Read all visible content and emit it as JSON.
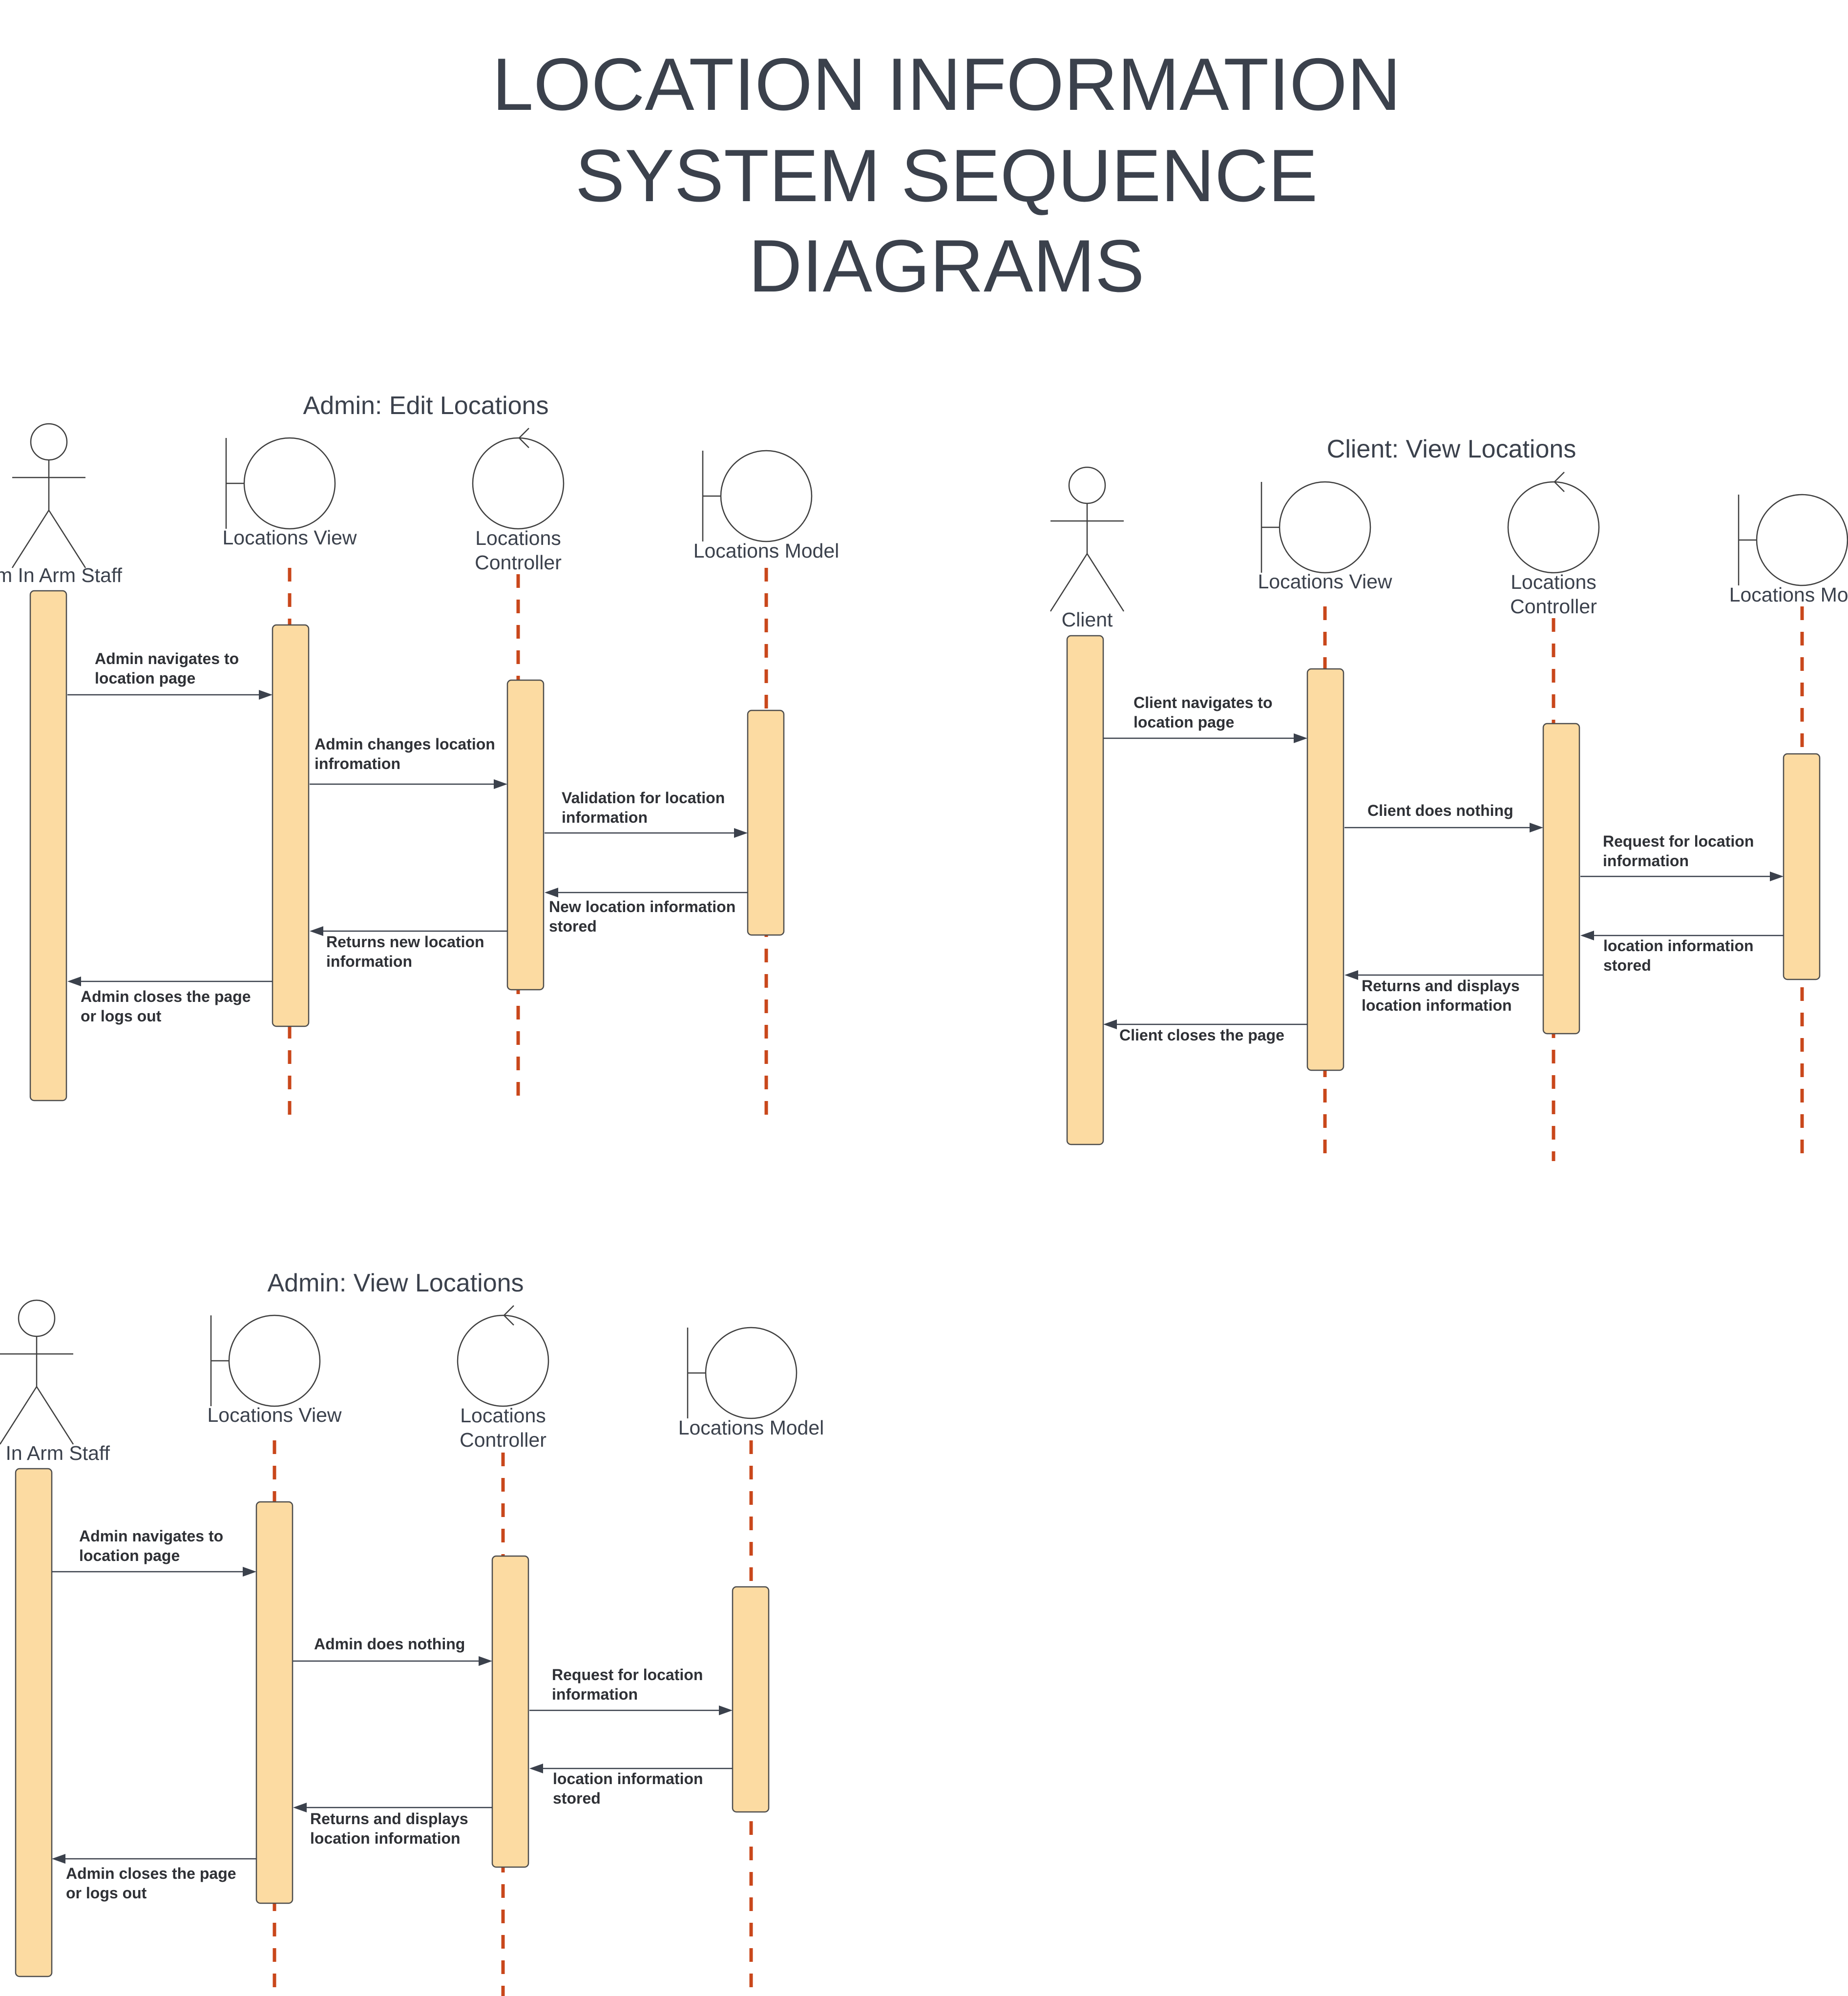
{
  "title_lines": [
    "LOCATION INFORMATION",
    "SYSTEM SEQUENCE",
    "DIAGRAMS"
  ],
  "colors": {
    "lifeline": "#c9471b",
    "activation_fill": "#fcdba2",
    "text": "#3b414c"
  },
  "diagrams": [
    {
      "title": "Admin: Edit Locations",
      "participants": [
        {
          "kind": "actor",
          "label_lines": [
            "Arm In Arm Staff"
          ]
        },
        {
          "kind": "boundary",
          "label_lines": [
            "Locations View"
          ]
        },
        {
          "kind": "control",
          "label_lines": [
            "Locations",
            "Controller"
          ]
        },
        {
          "kind": "boundary",
          "label_lines": [
            "Locations Model"
          ]
        }
      ],
      "messages": [
        {
          "label_lines": [
            "Admin navigates to",
            "location page"
          ]
        },
        {
          "label_lines": [
            "Admin changes location",
            "infromation"
          ]
        },
        {
          "label_lines": [
            "Validation for location",
            "information"
          ]
        },
        {
          "label_lines": [
            "New location information",
            "stored"
          ]
        },
        {
          "label_lines": [
            "Returns new location",
            "information"
          ]
        },
        {
          "label_lines": [
            "Admin closes the page",
            "or logs out"
          ]
        }
      ]
    },
    {
      "title": "Client: View Locations",
      "participants": [
        {
          "kind": "actor",
          "label_lines": [
            "Client"
          ]
        },
        {
          "kind": "boundary",
          "label_lines": [
            "Locations View"
          ]
        },
        {
          "kind": "control",
          "label_lines": [
            "Locations",
            "Controller"
          ]
        },
        {
          "kind": "boundary",
          "label_lines": [
            "Locations Model"
          ]
        }
      ],
      "messages": [
        {
          "label_lines": [
            "Client navigates to",
            "location page"
          ]
        },
        {
          "label_lines": [
            "Client does nothing"
          ]
        },
        {
          "label_lines": [
            "Request for location",
            "information"
          ]
        },
        {
          "label_lines": [
            "location information",
            "stored"
          ]
        },
        {
          "label_lines": [
            "Returns and displays",
            "location information"
          ]
        },
        {
          "label_lines": [
            "Client closes the page"
          ]
        }
      ]
    },
    {
      "title": "Admin: View Locations",
      "participants": [
        {
          "kind": "actor",
          "label_lines": [
            "Arm In Arm Staff"
          ]
        },
        {
          "kind": "boundary",
          "label_lines": [
            "Locations View"
          ]
        },
        {
          "kind": "control",
          "label_lines": [
            "Locations",
            "Controller"
          ]
        },
        {
          "kind": "boundary",
          "label_lines": [
            "Locations Model"
          ]
        }
      ],
      "messages": [
        {
          "label_lines": [
            "Admin navigates to",
            "location page"
          ]
        },
        {
          "label_lines": [
            "Admin does nothing"
          ]
        },
        {
          "label_lines": [
            "Request for location",
            "information"
          ]
        },
        {
          "label_lines": [
            "location information",
            "stored"
          ]
        },
        {
          "label_lines": [
            "Returns and displays",
            "location information"
          ]
        },
        {
          "label_lines": [
            "Admin closes the page",
            "or logs out"
          ]
        }
      ]
    }
  ]
}
